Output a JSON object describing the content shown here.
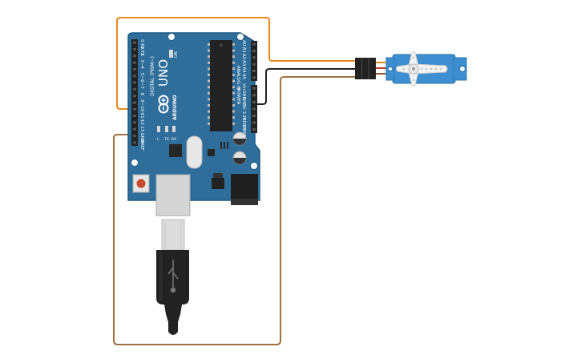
{
  "board": {
    "model": "UNO",
    "brand": "ARDUINO",
    "on_label": "ON",
    "tx_label": "TX",
    "rx_label": "RX",
    "l_label": "L",
    "digital_label": "DIGITAL (PWM~)",
    "analog_label": "ANALOG IN",
    "power_label": "POWER",
    "digital_pins": [
      "0 RX",
      "1 TX",
      "2",
      "3~",
      "4",
      "5~",
      "6~",
      "7",
      "8",
      "9~",
      "10~",
      "11~",
      "12",
      "13",
      "GND",
      "AREF"
    ],
    "analog_pins": [
      "A0",
      "A1",
      "A2",
      "A3",
      "A4",
      "A5"
    ],
    "power_pins": [
      "IOREF",
      "RESET",
      "3.3V",
      "5V",
      "GND",
      "GND",
      "Vin"
    ]
  },
  "wires": {
    "signal_color": "#e58a1f",
    "power_color": "#222222",
    "ground_color": "#a0703f"
  },
  "colors": {
    "board": "#2f6e9b",
    "board_dark": "#1f5a85",
    "servo": "#3d8fd1"
  }
}
